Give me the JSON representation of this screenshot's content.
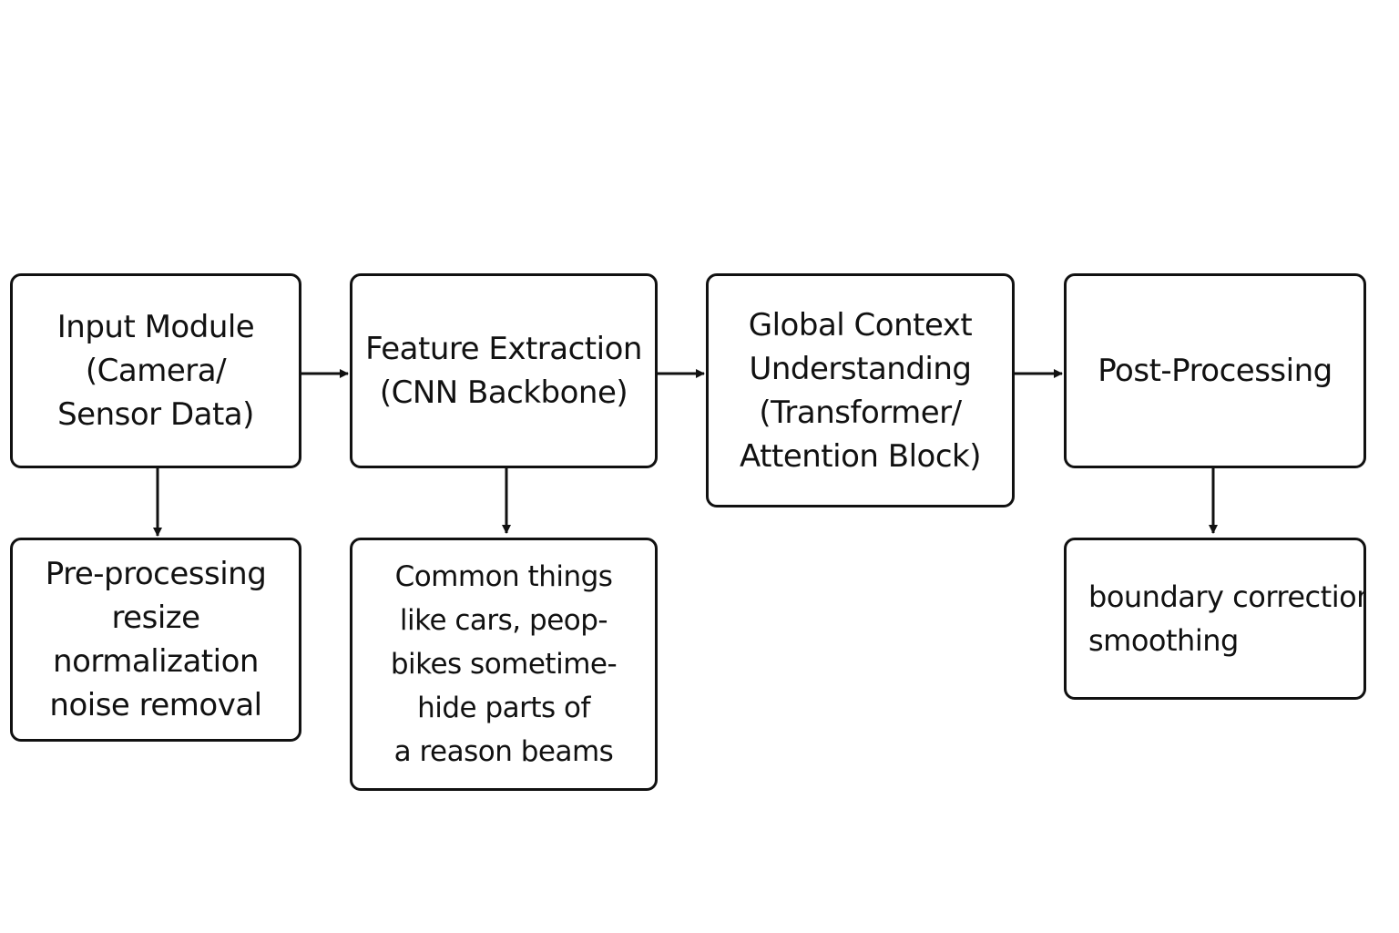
{
  "nodes": {
    "input_module": {
      "lines": [
        "Input Module",
        "(Camera/",
        "Sensor Data)"
      ]
    },
    "feature_extraction": {
      "lines": [
        "Feature Extraction",
        "(CNN Backbone)"
      ]
    },
    "global_context": {
      "lines": [
        "Global Context",
        "Understanding",
        "(Transformer/",
        "Attention Block)"
      ]
    },
    "post_processing": {
      "lines": [
        "Post-Processing"
      ]
    },
    "pre_processing": {
      "lines": [
        "Pre-processing",
        "resize",
        "normalization",
        "noise removal"
      ]
    },
    "common_things": {
      "lines": [
        "Common things",
        "like cars, peop-",
        "bikes sometime-",
        "hide parts of",
        "a reason beams"
      ]
    },
    "boundary_correction": {
      "lines": [
        "boundary correction",
        "smoothing"
      ]
    }
  },
  "colors": {
    "stroke": "#111111",
    "background": "#ffffff"
  }
}
